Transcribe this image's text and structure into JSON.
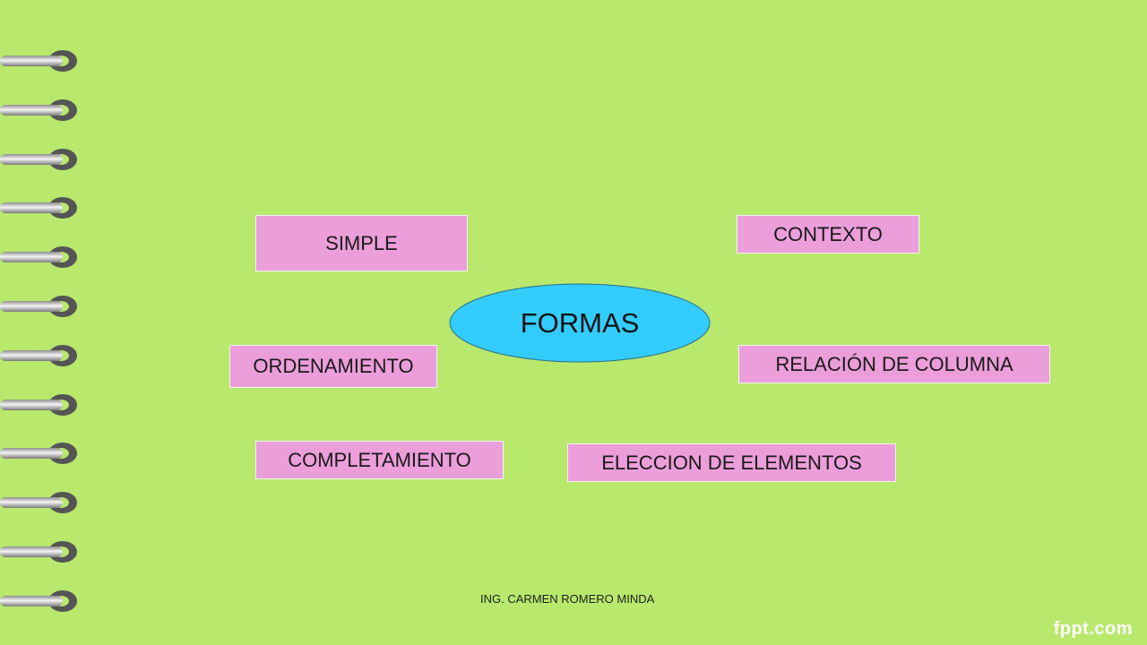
{
  "diagram": {
    "center": "FORMAS",
    "nodes": {
      "simple": "SIMPLE",
      "contexto": "CONTEXTO",
      "ordenamiento": "ORDENAMIENTO",
      "relacion": "RELACIÓN DE COLUMNA",
      "completamiento": "COMPLETAMIENTO",
      "eleccion": "ELECCION DE ELEMENTOS"
    }
  },
  "footer": {
    "author": "ING. CARMEN ROMERO MINDA"
  },
  "branding": {
    "logo": "fppt.com"
  },
  "colors": {
    "background": "#b8e86c",
    "box_fill": "#eb9ed9",
    "ellipse_fill": "#33ccff"
  },
  "decor": {
    "binding_rings": 12,
    "ring_icon": "spiral-binding-ring-icon"
  }
}
